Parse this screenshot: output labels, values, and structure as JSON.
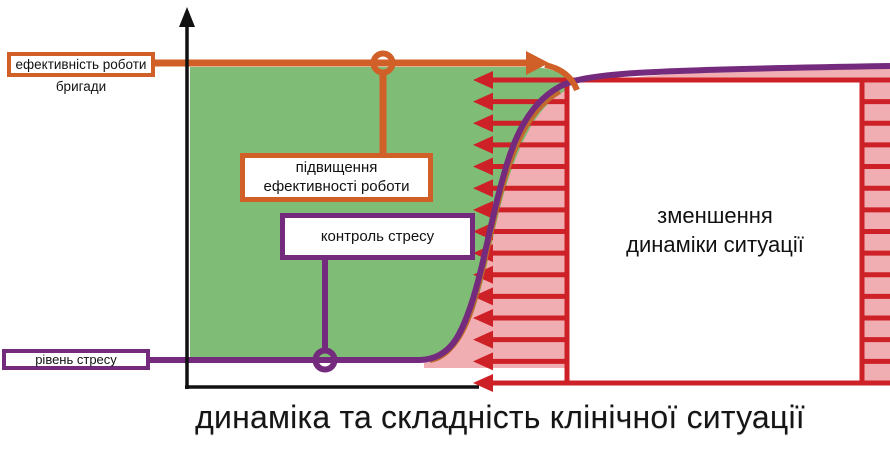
{
  "figure": {
    "title": "динаміка та складність клінічної ситуації",
    "labels": {
      "team_efficiency_line1": "ефективність роботи",
      "team_efficiency_line2": "бригади",
      "efficiency_boost": "підвищення ефективності роботи",
      "stress_control": "контроль стресу",
      "stress_level": "рівень стресу",
      "dynamics_reduction_line1": "зменшення",
      "dynamics_reduction_line2": "динаміки ситуації"
    },
    "colors": {
      "green_area": "#7FBC75",
      "pink_area": "#F0AEB3",
      "red": "#CE2127",
      "orange": "#D05F28",
      "orange_shadow": "#C06A2E",
      "purple": "#752B7D",
      "axis_black": "#111111"
    },
    "arrows": {
      "count": 15,
      "y_start": 80,
      "y_step": 21.64,
      "tip_x": 473,
      "tail_x": 890
    },
    "chart_data": {
      "type": "line",
      "title": "динаміка та складність клінічної ситуації",
      "xlabel": "динаміка та складність клінічної ситуації",
      "ylabel": "",
      "series": [
        {
          "name": "ефективність роботи бригади",
          "color": "#D05F28",
          "shape": "високе плато, різке падіння після порогу складності"
        },
        {
          "name": "рівень стресу",
          "color": "#752B7D",
          "shape": "низьке плато, сигмоїдне зростання до високого плато"
        }
      ],
      "annotations": [
        "підвищення ефективності роботи",
        "контроль стресу",
        "зменшення динаміки ситуації"
      ],
      "legend_position": "none",
      "grid": false
    }
  }
}
